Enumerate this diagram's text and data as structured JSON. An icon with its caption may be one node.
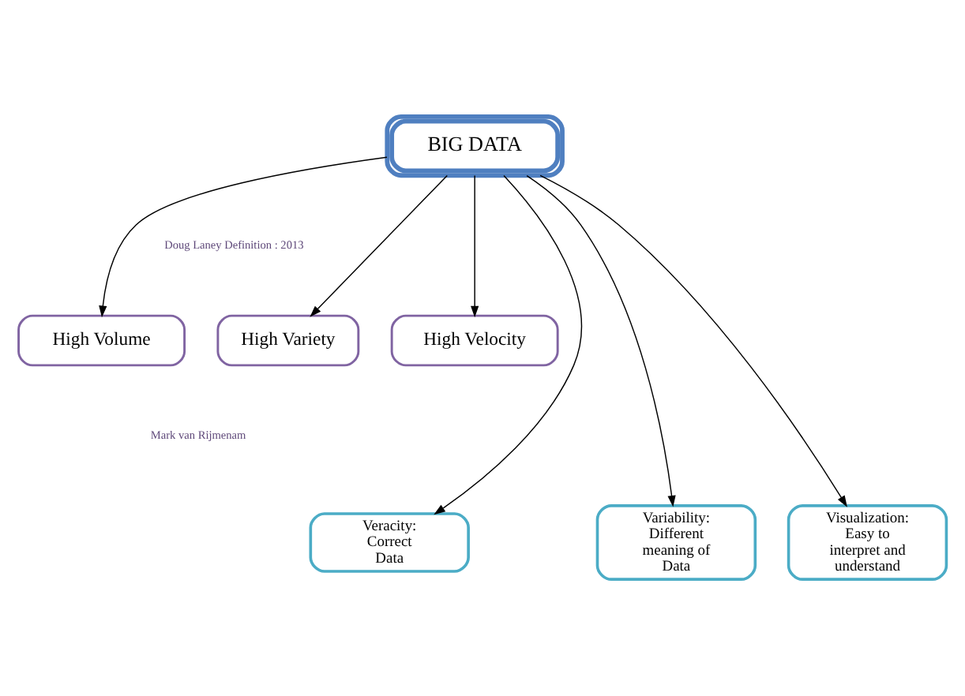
{
  "diagram": {
    "nodes": [
      {
        "text": [
          "BIG DATA"
        ]
      },
      {
        "text": [
          "High Volume"
        ]
      },
      {
        "text": [
          "High Variety"
        ]
      },
      {
        "text": [
          "High Velocity"
        ]
      },
      {
        "text": [
          "Veracity: Correct Data"
        ]
      },
      {
        "text": [
          "Variability: Different meaning of Data"
        ]
      },
      {
        "text": [
          "Visualization: Easy to interpret and understand"
        ]
      }
    ],
    "edges": [
      {
        "from": 0,
        "to": 1,
        "arrow": "to"
      },
      {
        "from": 0,
        "to": 4,
        "arrow": "to"
      },
      {
        "from": 0,
        "to": 2,
        "arrow": "to"
      },
      {
        "from": 0,
        "to": 5,
        "arrow": "to"
      },
      {
        "from": 0,
        "to": 6,
        "arrow": "to"
      },
      {
        "from": 0,
        "to": 3,
        "arrow": "to"
      }
    ],
    "labels": [
      "Doug Laney Definition : 2013",
      "Mark van Rijmenam"
    ]
  }
}
